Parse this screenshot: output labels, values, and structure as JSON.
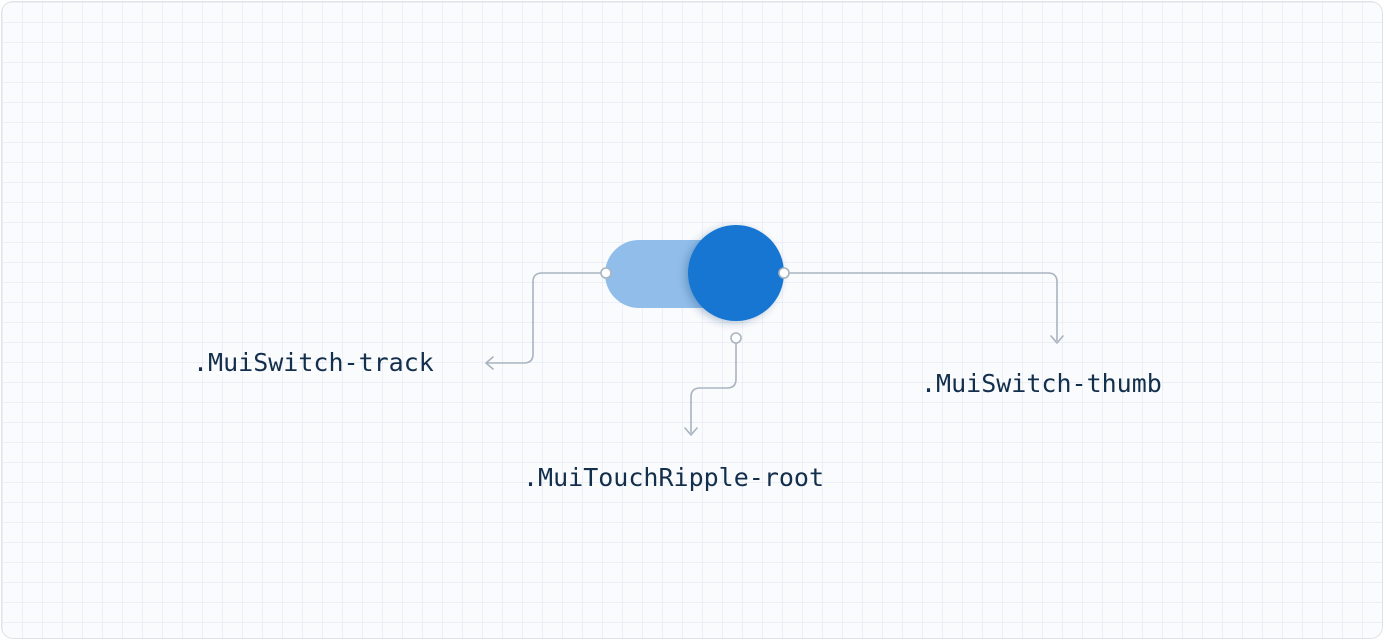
{
  "labels": {
    "track": ".MuiSwitch-track",
    "thumb": ".MuiSwitch-thumb",
    "ripple": ".MuiTouchRipple-root"
  },
  "colors": {
    "track": "#90bdea",
    "thumb": "#1976d2",
    "connector": "#a9b4c0",
    "text": "#132f4c",
    "border": "#dfe3e8",
    "background": "#fafbfd"
  },
  "icons": {
    "connector_dot": "hollow-circle",
    "connector_end": "arrow-head"
  }
}
